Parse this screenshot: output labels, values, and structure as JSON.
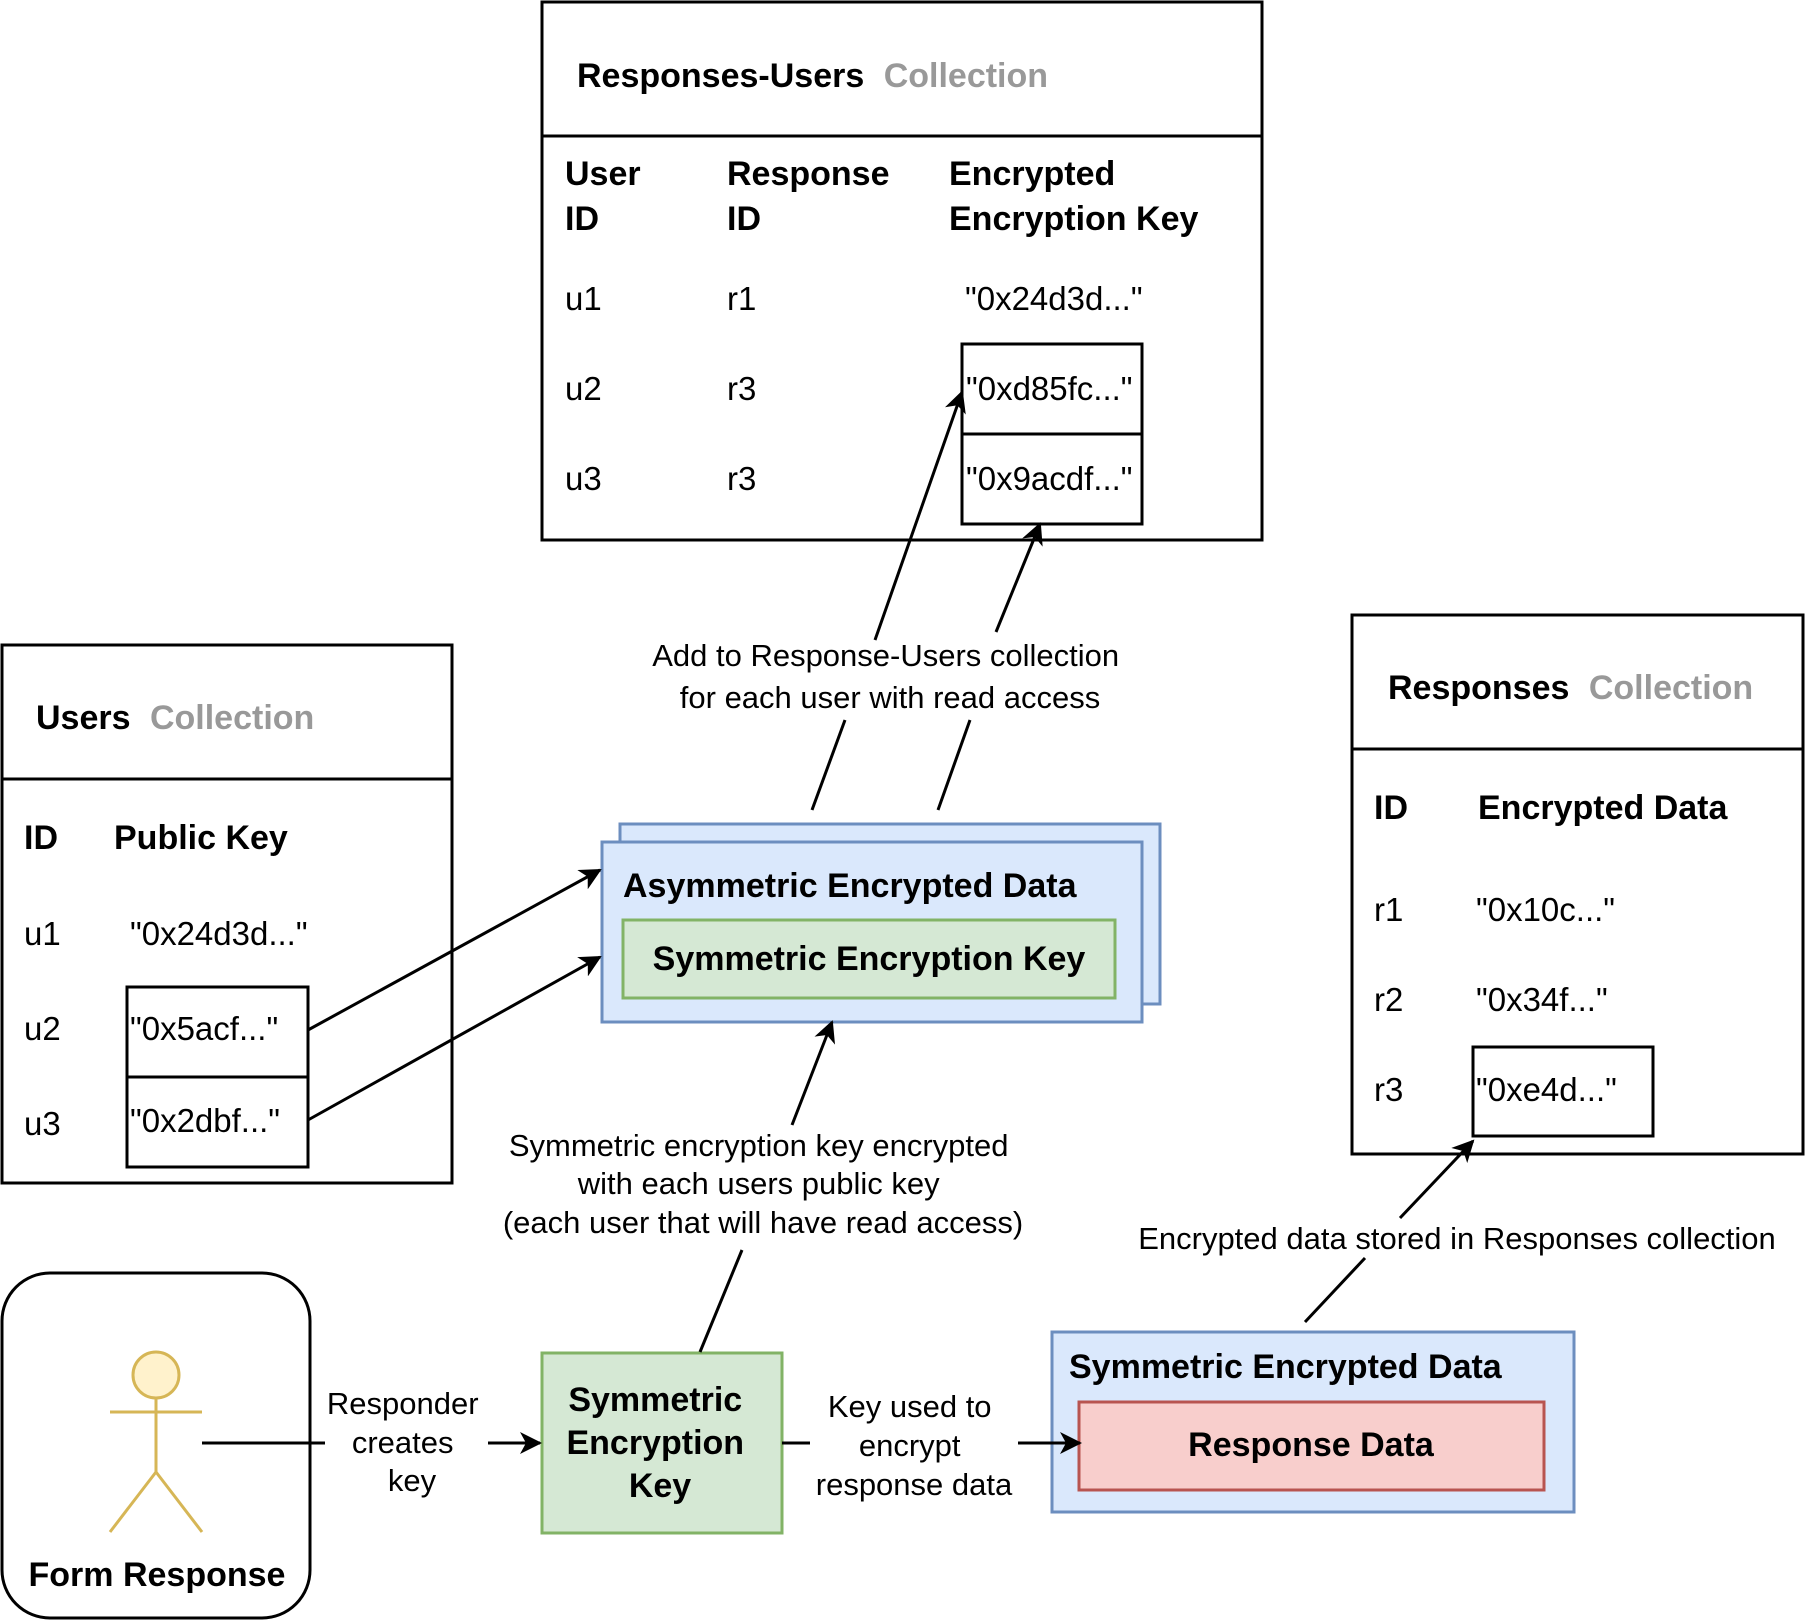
{
  "responses_users": {
    "title": "Responses-Users",
    "title_suffix": "Collection",
    "headers": [
      [
        "User",
        "ID"
      ],
      [
        "Response",
        "ID"
      ],
      [
        "Encrypted",
        "Encryption Key"
      ]
    ],
    "rows": [
      [
        "u1",
        "r1",
        "\"0x24d3d...\""
      ],
      [
        "u2",
        "r3",
        "\"0xd85fc...\""
      ],
      [
        "u3",
        "r3",
        "\"0x9acdf...\""
      ]
    ]
  },
  "users": {
    "title": "Users",
    "title_suffix": "Collection",
    "headers": [
      "ID",
      "Public Key"
    ],
    "rows": [
      [
        "u1",
        "\"0x24d3d...\""
      ],
      [
        "u2",
        "\"0x5acf...\""
      ],
      [
        "u3",
        "\"0x2dbf...\""
      ]
    ]
  },
  "responses": {
    "title": "Responses",
    "title_suffix": "Collection",
    "headers": [
      "ID",
      "Encrypted Data"
    ],
    "rows": [
      [
        "r1",
        "\"0x10c...\""
      ],
      [
        "r2",
        "\"0x34f...\""
      ],
      [
        "r3",
        "\"0xe4d...\""
      ]
    ]
  },
  "asymmetric": {
    "title": "Asymmetric Encrypted Data",
    "inner": "Symmetric Encryption Key"
  },
  "symmetric_key": {
    "lines": [
      "Symmetric",
      "Encryption",
      "Key"
    ]
  },
  "symmetric_data": {
    "title": "Symmetric Encrypted Data",
    "inner": "Response Data"
  },
  "actor": {
    "label": "Form Response"
  },
  "labels": {
    "add_to_collection": [
      "Add to Response-Users collection",
      "for each user with read access"
    ],
    "encrypted_with_public": [
      "Symmetric encryption key encrypted",
      "with each users public key",
      "(each user that will have read access)"
    ],
    "stored_in_responses": [
      "Encrypted data stored in Responses collection"
    ],
    "responder_creates": [
      "Responder",
      "creates",
      "key"
    ],
    "key_used": [
      "Key used to",
      "encrypt",
      "response data"
    ]
  },
  "colors": {
    "blue_fill": "#dae8fc",
    "blue_stroke": "#6c8ebf",
    "green_fill": "#d5e8d4",
    "green_stroke": "#82b366",
    "red_fill": "#f8cecc",
    "red_stroke": "#b85450",
    "actor_fill": "#fff2cc",
    "actor_stroke": "#d6b656"
  }
}
